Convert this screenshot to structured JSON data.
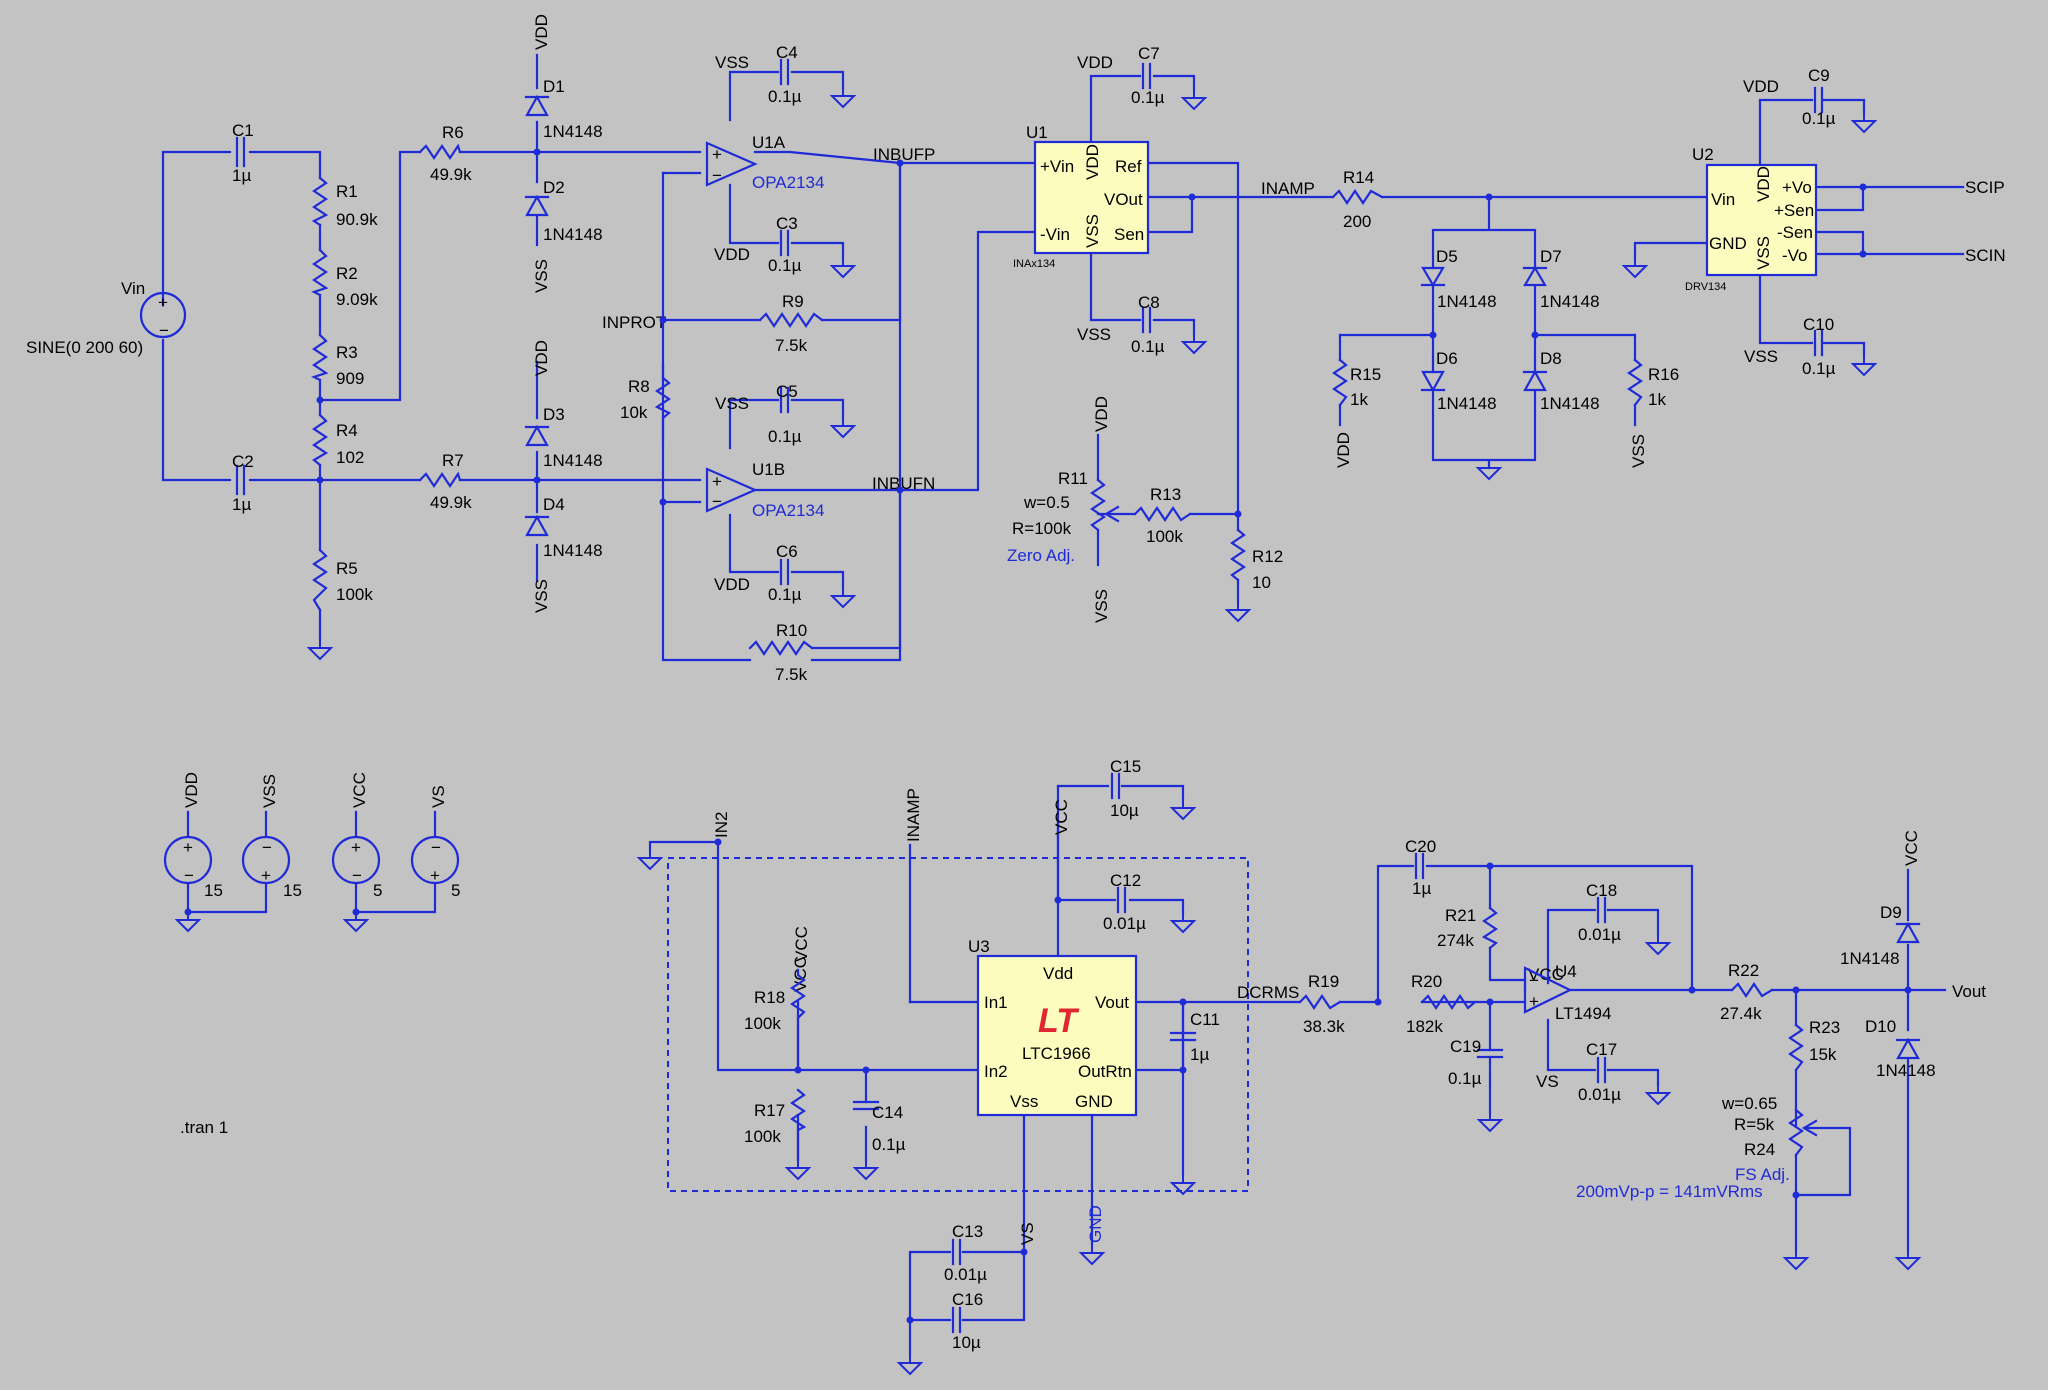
{
  "components": {
    "C1": {
      "ref": "C1",
      "value": "1µ"
    },
    "C2": {
      "ref": "C2",
      "value": "1µ"
    },
    "C3": {
      "ref": "C3",
      "value": "0.1µ"
    },
    "C4": {
      "ref": "C4",
      "value": "0.1µ"
    },
    "C5": {
      "ref": "C5",
      "value": "0.1µ"
    },
    "C6": {
      "ref": "C6",
      "value": "0.1µ"
    },
    "C7": {
      "ref": "C7",
      "value": "0.1µ"
    },
    "C8": {
      "ref": "C8",
      "value": "0.1µ"
    },
    "C9": {
      "ref": "C9",
      "value": "0.1µ"
    },
    "C10": {
      "ref": "C10",
      "value": "0.1µ"
    },
    "C11": {
      "ref": "C11",
      "value": "1µ"
    },
    "C12": {
      "ref": "C12",
      "value": "0.01µ"
    },
    "C13": {
      "ref": "C13",
      "value": "0.01µ"
    },
    "C14": {
      "ref": "C14",
      "value": "0.1µ"
    },
    "C15": {
      "ref": "C15",
      "value": "10µ"
    },
    "C16": {
      "ref": "C16",
      "value": "10µ"
    },
    "C17": {
      "ref": "C17",
      "value": "0.01µ"
    },
    "C18": {
      "ref": "C18",
      "value": "0.01µ"
    },
    "C19": {
      "ref": "C19",
      "value": "0.1µ"
    },
    "C20": {
      "ref": "C20",
      "value": "1µ"
    },
    "R1": {
      "ref": "R1",
      "value": "90.9k"
    },
    "R2": {
      "ref": "R2",
      "value": "9.09k"
    },
    "R3": {
      "ref": "R3",
      "value": "909"
    },
    "R4": {
      "ref": "R4",
      "value": "102"
    },
    "R5": {
      "ref": "R5",
      "value": "100k"
    },
    "R6": {
      "ref": "R6",
      "value": "49.9k"
    },
    "R7": {
      "ref": "R7",
      "value": "49.9k"
    },
    "R8": {
      "ref": "R8",
      "value": "10k"
    },
    "R9": {
      "ref": "R9",
      "value": "7.5k"
    },
    "R10": {
      "ref": "R10",
      "value": "7.5k"
    },
    "R11": {
      "ref": "R11",
      "w": "w=0.5",
      "r": "R=100k",
      "note": "Zero Adj."
    },
    "R12": {
      "ref": "R12",
      "value": "10"
    },
    "R13": {
      "ref": "R13",
      "value": "100k"
    },
    "R14": {
      "ref": "R14",
      "value": "200"
    },
    "R15": {
      "ref": "R15",
      "value": "1k"
    },
    "R16": {
      "ref": "R16",
      "value": "1k"
    },
    "R17": {
      "ref": "R17",
      "value": "100k"
    },
    "R18": {
      "ref": "R18",
      "value": "100k"
    },
    "R19": {
      "ref": "R19",
      "value": "38.3k"
    },
    "R20": {
      "ref": "R20",
      "value": "182k"
    },
    "R21": {
      "ref": "R21",
      "value": "274k"
    },
    "R22": {
      "ref": "R22",
      "value": "27.4k"
    },
    "R23": {
      "ref": "R23",
      "value": "15k"
    },
    "R24": {
      "ref": "R24",
      "w": "w=0.65",
      "r": "R=5k",
      "note1": "FS Adj.",
      "note2": "200mVp-p = 141mVRms"
    },
    "D1": {
      "ref": "D1",
      "value": "1N4148"
    },
    "D2": {
      "ref": "D2",
      "value": "1N4148"
    },
    "D3": {
      "ref": "D3",
      "value": "1N4148"
    },
    "D4": {
      "ref": "D4",
      "value": "1N4148"
    },
    "D5": {
      "ref": "D5",
      "value": "1N4148"
    },
    "D6": {
      "ref": "D6",
      "value": "1N4148"
    },
    "D7": {
      "ref": "D7",
      "value": "1N4148"
    },
    "D8": {
      "ref": "D8",
      "value": "1N4148"
    },
    "D9": {
      "ref": "D9",
      "value": "1N4148"
    },
    "D10": {
      "ref": "D10",
      "value": "1N4148"
    },
    "U1A": {
      "ref": "U1A",
      "value": "OPA2134"
    },
    "U1B": {
      "ref": "U1B",
      "value": "OPA2134"
    },
    "U1": {
      "ref": "U1",
      "value": "INAx134",
      "pins": [
        "+Vin",
        "-Vin",
        "VDD",
        "VSS",
        "Ref",
        "VOut",
        "Sen"
      ]
    },
    "U2": {
      "ref": "U2",
      "value": "DRV134",
      "pins": [
        "Vin",
        "GND",
        "VDD",
        "VSS",
        "+Vo",
        "+Sen",
        "-Sen",
        "-Vo"
      ]
    },
    "U3": {
      "ref": "U3",
      "value": "LTC1966",
      "pins": [
        "Vdd",
        "In1",
        "In2",
        "Vout",
        "OutRtn",
        "Vss",
        "GND"
      ],
      "logo": "LT"
    },
    "U4": {
      "ref": "U4",
      "value": "LT1494"
    },
    "Vin": {
      "ref": "Vin",
      "value": "SINE(0 200 60)"
    },
    "VDDsrc": {
      "value": "15"
    },
    "VSSsrc": {
      "value": "15"
    },
    "VCCsrc": {
      "value": "5"
    },
    "VSsrc": {
      "value": "5"
    }
  },
  "nets": {
    "VDD": "VDD",
    "VSS": "VSS",
    "VCC": "VCC",
    "VS": "VS",
    "GND": "GND",
    "INBUFP": "INBUFP",
    "INBUFN": "INBUFN",
    "INPROT": "INPROT",
    "INAMP": "INAMP",
    "IN2": "IN2",
    "DCRMS": "DCRMS",
    "SCIP": "SCIP",
    "SCIN": "SCIN",
    "Vout": "Vout"
  },
  "directive": ".tran 1",
  "colors": {
    "wire": "#1f2bd6",
    "background": "#c3c3c3",
    "chip": "#fdfcbf",
    "logo": "#e0262f"
  }
}
